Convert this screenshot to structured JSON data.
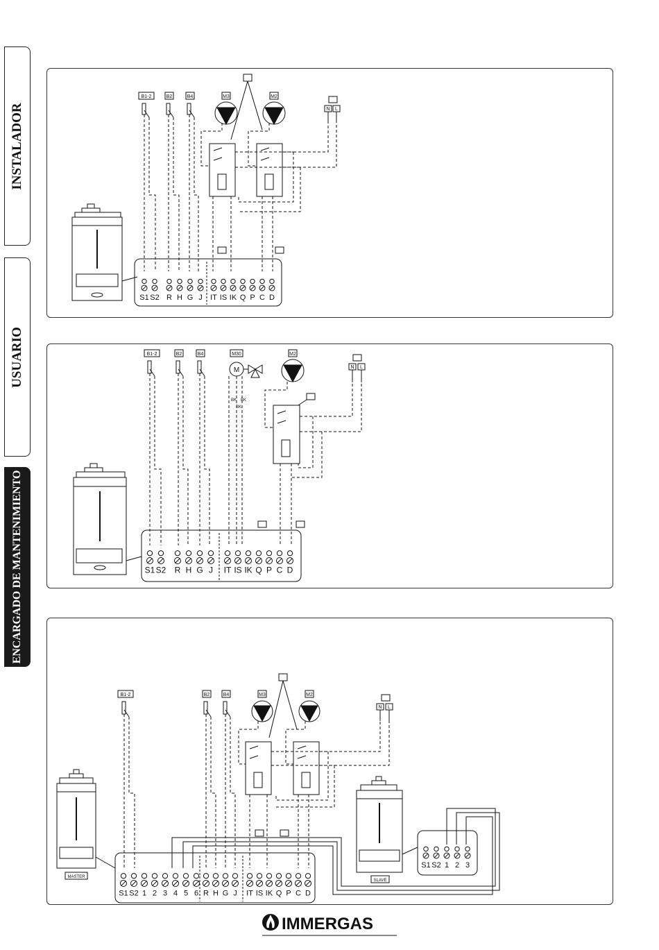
{
  "sidebar": {
    "tabs": [
      {
        "label": "INSTALADOR",
        "active": false
      },
      {
        "label": "USUARIO",
        "active": false
      },
      {
        "label": "ENCARGADO DE MANTENIMIENTO",
        "active": true
      }
    ]
  },
  "diagram1": {
    "sensors": [
      "B1-2",
      "B2",
      "B4"
    ],
    "pumps": [
      "M3",
      "M2"
    ],
    "power": {
      "n": "N",
      "l": "L"
    },
    "terminals_left": [
      "S1",
      "S2"
    ],
    "terminals_mid": [
      "R",
      "H",
      "G",
      "J"
    ],
    "terminals_right": [
      "IT",
      "IS",
      "IK",
      "Q",
      "P",
      "C",
      "D"
    ]
  },
  "diagram2": {
    "sensors": [
      "B1-2",
      "B2",
      "B4"
    ],
    "valve": "M30",
    "valve_motor": "M",
    "pump": "M2",
    "wire_labels": [
      "BK",
      "BK",
      "BK"
    ],
    "power": {
      "n": "N",
      "l": "L"
    },
    "terminals_left": [
      "S1",
      "S2"
    ],
    "terminals_mid": [
      "R",
      "H",
      "G",
      "J"
    ],
    "terminals_right": [
      "IT",
      "IS",
      "IK",
      "Q",
      "P",
      "C",
      "D"
    ]
  },
  "diagram3": {
    "sensors": [
      "B1-2",
      "B2",
      "B4"
    ],
    "pumps": [
      "M3",
      "M2"
    ],
    "power": {
      "n": "N",
      "l": "L"
    },
    "master_label": "MASTER",
    "slave_label": "SLAVE",
    "terminals_master": [
      "S1",
      "S2",
      "1",
      "2",
      "3",
      "4",
      "5",
      "6"
    ],
    "terminals_mid": [
      "R",
      "H",
      "G",
      "J"
    ],
    "terminals_right": [
      "IT",
      "IS",
      "IK",
      "Q",
      "P",
      "C",
      "D"
    ],
    "terminals_slave": [
      "S1",
      "S2",
      "1",
      "2",
      "3"
    ]
  },
  "brand": {
    "name": "IMMERGAS",
    "color": "#111111"
  }
}
